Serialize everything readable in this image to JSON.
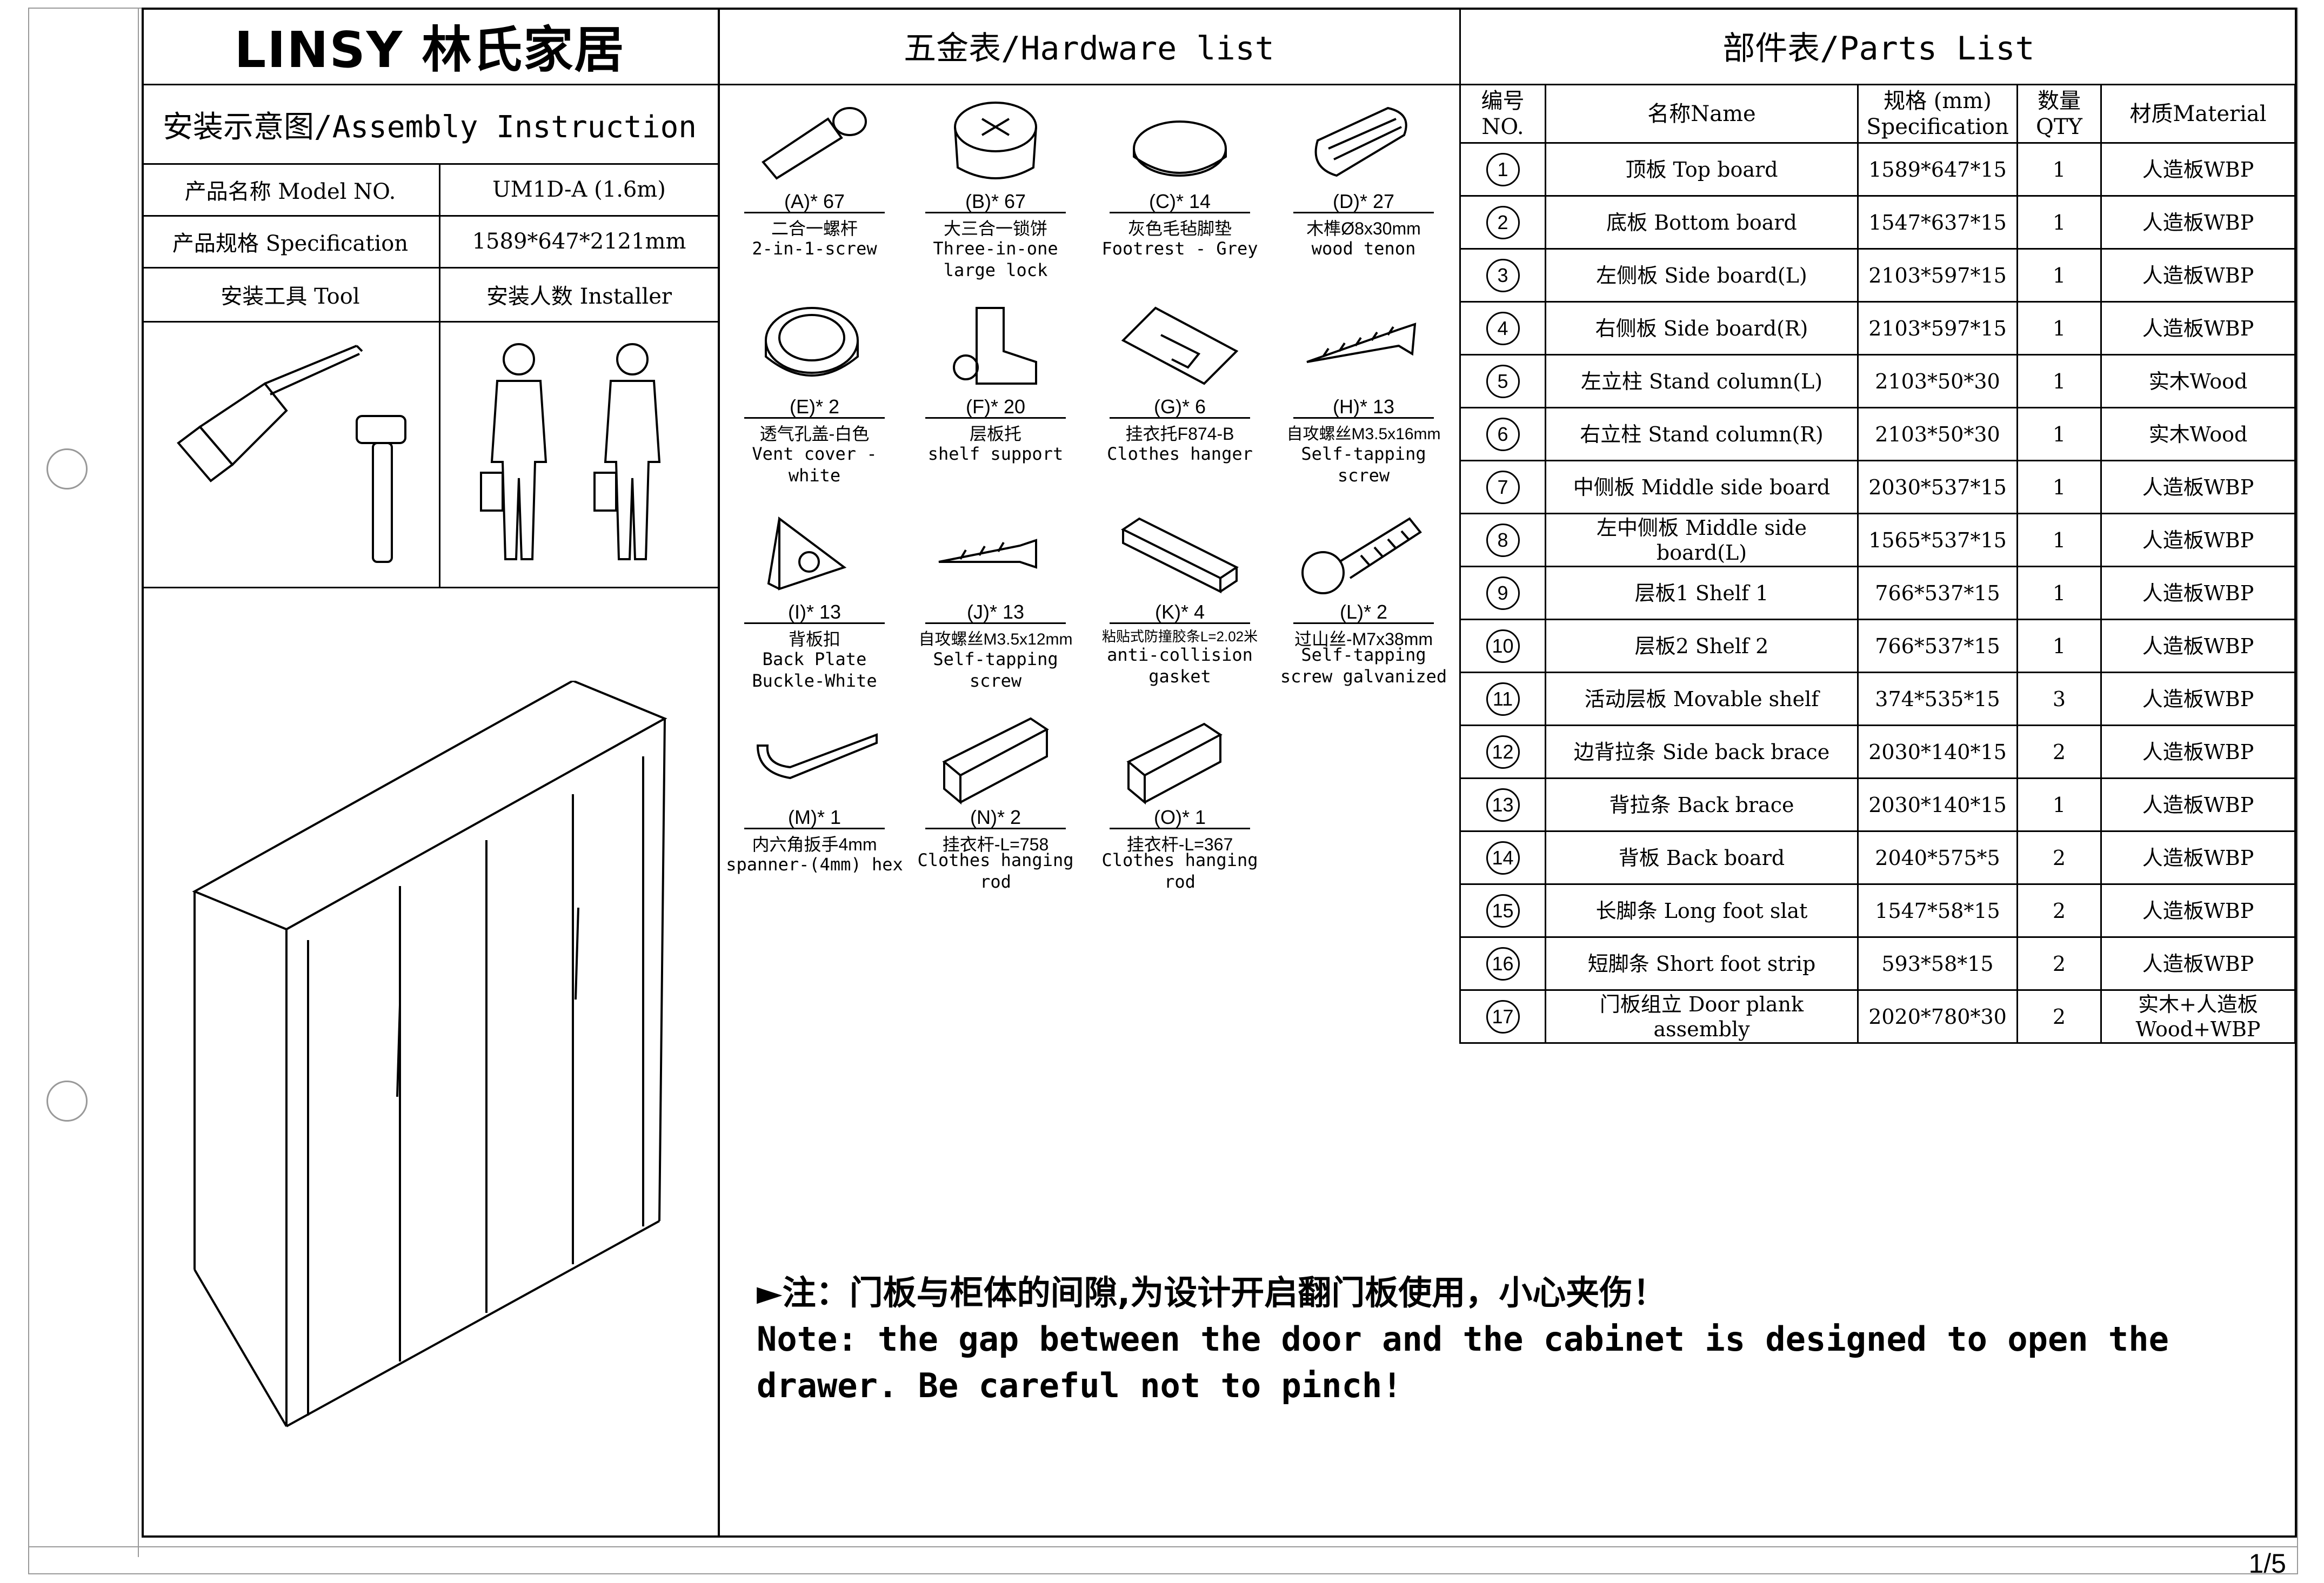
{
  "header": {
    "logo": "LINSY 林氏家居",
    "hardware_title": "五金表/Hardware list",
    "parts_title": "部件表/Parts List"
  },
  "info": {
    "assembly_instruction": "安装示意图/Assembly Instruction",
    "model_label": "产品名称 Model NO.",
    "model_value": "UM1D-A (1.6m)",
    "spec_label": "产品规格 Specification",
    "spec_value": "1589*647*2121mm",
    "tool_label": "安装工具 Tool",
    "installer_label": "安装人数 Installer"
  },
  "hardware": [
    {
      "code": "(A)* 67",
      "cn": "二合一螺杆",
      "en": "2-in-1-screw",
      "icon": "screw-2in1-icon"
    },
    {
      "code": "(B)* 67",
      "cn": "大三合一锁饼",
      "en": "Three-in-one large lock",
      "icon": "cam-lock-icon"
    },
    {
      "code": "(C)* 14",
      "cn": "灰色毛毡脚垫",
      "en": "Footrest - Grey",
      "icon": "footrest-pad-icon"
    },
    {
      "code": "(D)* 27",
      "cn": "木榫Ø8x30mm",
      "en": "wood tenon",
      "icon": "wood-dowel-icon"
    },
    {
      "code": "(E)* 2",
      "cn": "透气孔盖-白色",
      "en": "Vent cover - white",
      "icon": "vent-cover-icon"
    },
    {
      "code": "(F)* 20",
      "cn": "层板托",
      "en": "shelf support",
      "icon": "shelf-support-icon"
    },
    {
      "code": "(G)* 6",
      "cn": "挂衣托F874-B",
      "en": "Clothes hanger",
      "icon": "clothes-hanger-bracket-icon"
    },
    {
      "code": "(H)* 13",
      "cn": "自攻螺丝M3.5x16mm",
      "en": "Self-tapping screw",
      "icon": "self-tapping-screw-icon"
    },
    {
      "code": "(I)* 13",
      "cn": "背板扣",
      "en": "Back Plate Buckle-White",
      "icon": "back-plate-buckle-icon"
    },
    {
      "code": "(J)* 13",
      "cn": "自攻螺丝M3.5x12mm",
      "en": "Self-tapping screw",
      "icon": "short-screw-icon"
    },
    {
      "code": "(K)* 4",
      "cn": "粘贴式防撞胶条L=2.02米",
      "en": "anti-collision gasket",
      "icon": "gasket-strip-icon"
    },
    {
      "code": "(L)* 2",
      "cn": "过山丝-M7x38mm",
      "en": "Self-tapping screw galvanized",
      "icon": "hex-bolt-icon"
    },
    {
      "code": "(M)* 1",
      "cn": "内六角扳手4mm",
      "en": "spanner-(4mm) hex",
      "icon": "hex-key-icon"
    },
    {
      "code": "(N)* 2",
      "cn": "挂衣杆-L=758",
      "en": "Clothes hanging rod",
      "icon": "hanging-rod-icon"
    },
    {
      "code": "(O)* 1",
      "cn": "挂衣杆-L=367",
      "en": "Clothes hanging rod",
      "icon": "hanging-rod-short-icon"
    }
  ],
  "parts_headers": {
    "no": "编号NO.",
    "name": "名称Name",
    "spec": "规格 (mm) Specification",
    "qty": "数量 QTY",
    "material": "材质Material"
  },
  "parts": [
    {
      "no": "1",
      "name": "顶板 Top board",
      "spec": "1589*647*15",
      "qty": "1",
      "material": "人造板WBP"
    },
    {
      "no": "2",
      "name": "底板 Bottom board",
      "spec": "1547*637*15",
      "qty": "1",
      "material": "人造板WBP"
    },
    {
      "no": "3",
      "name": "左侧板 Side board(L)",
      "spec": "2103*597*15",
      "qty": "1",
      "material": "人造板WBP"
    },
    {
      "no": "4",
      "name": "右侧板 Side board(R)",
      "spec": "2103*597*15",
      "qty": "1",
      "material": "人造板WBP"
    },
    {
      "no": "5",
      "name": "左立柱 Stand column(L)",
      "spec": "2103*50*30",
      "qty": "1",
      "material": "实木Wood"
    },
    {
      "no": "6",
      "name": "右立柱 Stand column(R)",
      "spec": "2103*50*30",
      "qty": "1",
      "material": "实木Wood"
    },
    {
      "no": "7",
      "name": "中侧板 Middle side board",
      "spec": "2030*537*15",
      "qty": "1",
      "material": "人造板WBP"
    },
    {
      "no": "8",
      "name": "左中侧板 Middle side board(L)",
      "spec": "1565*537*15",
      "qty": "1",
      "material": "人造板WBP"
    },
    {
      "no": "9",
      "name": "层板1 Shelf 1",
      "spec": "766*537*15",
      "qty": "1",
      "material": "人造板WBP"
    },
    {
      "no": "10",
      "name": "层板2 Shelf 2",
      "spec": "766*537*15",
      "qty": "1",
      "material": "人造板WBP"
    },
    {
      "no": "11",
      "name": "活动层板 Movable shelf",
      "spec": "374*535*15",
      "qty": "3",
      "material": "人造板WBP"
    },
    {
      "no": "12",
      "name": "边背拉条 Side back brace",
      "spec": "2030*140*15",
      "qty": "2",
      "material": "人造板WBP"
    },
    {
      "no": "13",
      "name": "背拉条 Back brace",
      "spec": "2030*140*15",
      "qty": "1",
      "material": "人造板WBP"
    },
    {
      "no": "14",
      "name": "背板 Back board",
      "spec": "2040*575*5",
      "qty": "2",
      "material": "人造板WBP"
    },
    {
      "no": "15",
      "name": "长脚条 Long foot slat",
      "spec": "1547*58*15",
      "qty": "2",
      "material": "人造板WBP"
    },
    {
      "no": "16",
      "name": "短脚条 Short foot strip",
      "spec": "593*58*15",
      "qty": "2",
      "material": "人造板WBP"
    },
    {
      "no": "17",
      "name": "门板组立 Door plank assembly",
      "spec": "2020*780*30",
      "qty": "2",
      "material": "实木+人造板 Wood+WBP"
    }
  ],
  "note": {
    "cn": "►注：门板与柜体的间隙,为设计开启翻门板使用，小心夹伤！",
    "en": "Note: the gap between the door and the cabinet is designed to open the drawer. Be careful not to pinch!"
  },
  "page_number": "1/5"
}
